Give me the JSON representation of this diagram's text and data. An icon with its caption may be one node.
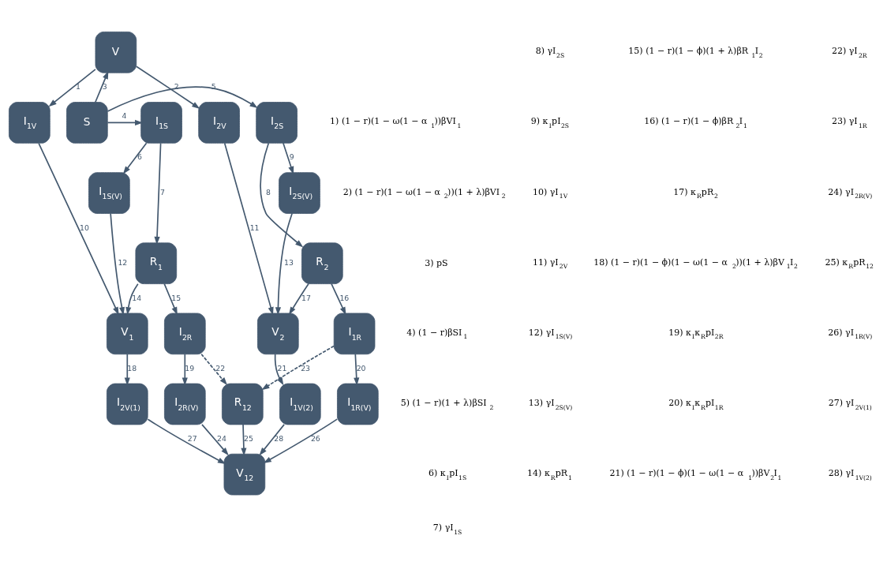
{
  "diagram": {
    "nodes": [
      {
        "text": [
          "V"
        ]
      },
      {
        "text": [
          "I$_{1V}$"
        ]
      },
      {
        "text": [
          "I$_{1S}$"
        ]
      },
      {
        "text": [
          "S"
        ]
      },
      {
        "text": [
          "I$_{2S}$"
        ]
      },
      {
        "text": [
          "I$_{2V}$"
        ]
      },
      {
        "text": [
          "I$_{1S(V)}$"
        ]
      },
      {
        "text": [
          "I$_{2S(V)}$"
        ]
      },
      {
        "text": [
          "R$_{1}$"
        ]
      },
      {
        "text": [
          "R$_{2}$"
        ]
      },
      {
        "text": [
          "V$_{1}$"
        ]
      },
      {
        "text": [
          "V$_{2}$"
        ]
      },
      {
        "text": [
          "I$_{2R}$"
        ]
      },
      {
        "text": [
          "I$_{1R}$"
        ]
      },
      {
        "text": [
          "I$_{2V(1)}$"
        ]
      },
      {
        "text": [
          "I$_{2R(V)}$"
        ]
      },
      {
        "text": [
          "R$_{12}$"
        ]
      },
      {
        "text": [
          "I$_{1R(V)}$"
        ]
      },
      {
        "text": [
          "I$_{1V(2)}$"
        ]
      },
      {
        "text": [
          "V$_{12}$"
        ]
      }
    ],
    "edges": [
      {
        "from": 0,
        "to": 1,
        "arrow": "to",
        "label": "1"
      },
      {
        "from": 0,
        "to": 5,
        "arrow": "to",
        "label": "2"
      },
      {
        "from": 3,
        "to": 0,
        "arrow": "to",
        "label": "3"
      },
      {
        "from": 3,
        "to": 2,
        "arrow": "to",
        "label": "4"
      },
      {
        "from": 3,
        "to": 4,
        "arrow": "to",
        "label": "5"
      },
      {
        "from": 2,
        "to": 6,
        "arrow": "to",
        "label": "6"
      },
      {
        "from": 2,
        "to": 8,
        "arrow": "to",
        "label": "7"
      },
      {
        "from": 4,
        "to": 9,
        "arrow": "to",
        "label": "8"
      },
      {
        "from": 4,
        "to": 7,
        "arrow": "to",
        "label": "9"
      },
      {
        "from": 1,
        "to": 10,
        "arrow": "to",
        "label": "10"
      },
      {
        "from": 5,
        "to": 11,
        "arrow": "to",
        "label": "11"
      },
      {
        "from": 6,
        "to": 10,
        "arrow": "to",
        "label": "12"
      },
      {
        "from": 7,
        "to": 11,
        "arrow": "to",
        "label": "13"
      },
      {
        "from": 8,
        "to": 10,
        "arrow": "to",
        "label": "14"
      },
      {
        "from": 8,
        "to": 12,
        "arrow": "to",
        "label": "15"
      },
      {
        "from": 9,
        "to": 13,
        "arrow": "to",
        "label": "16"
      },
      {
        "from": 9,
        "to": 11,
        "arrow": "to",
        "label": "17"
      },
      {
        "from": 10,
        "to": 14,
        "arrow": "to",
        "label": "18"
      },
      {
        "from": 12,
        "to": 15,
        "arrow": "to",
        "label": "19"
      },
      {
        "from": 13,
        "to": 17,
        "arrow": "to",
        "label": "20"
      },
      {
        "from": 11,
        "to": 18,
        "arrow": "to",
        "label": "21"
      },
      {
        "from": 12,
        "to": 16,
        "arrow": "to",
        "label": "22",
        "style": "dashed"
      },
      {
        "from": 13,
        "to": 16,
        "arrow": "to",
        "label": "23",
        "style": "dashed"
      },
      {
        "from": 15,
        "to": 19,
        "arrow": "to",
        "label": "24"
      },
      {
        "from": 16,
        "to": 19,
        "arrow": "to",
        "label": "25"
      },
      {
        "from": 17,
        "to": 19,
        "arrow": "to",
        "label": "26"
      },
      {
        "from": 14,
        "to": 19,
        "arrow": "to",
        "label": "27"
      },
      {
        "from": 18,
        "to": 19,
        "arrow": "to",
        "label": "28"
      }
    ],
    "labels": [
      "1) (1 − r)(1 − ω(1 − α$_{1}$))βVI$_{1}$",
      "2) (1 − r)(1 − ω(1 − α$_{2}$))(1 + λ)βVI$_{2}$",
      "3) pS",
      "4) (1 − r)βSI$_{1}$",
      "5) (1 − r)(1 + λ)βSI$_{2}$",
      "6) κ$_{I}$pI$_{1S}$",
      "7) γI$_{1S}$",
      "8) γI$_{2S}$",
      "9) κ$_{I}$pI$_{2S}$",
      "10) γI$_{1V}$",
      "11) γI$_{2V}$",
      "12) γI$_{1S(V)}$",
      "13) γI$_{2S(V)}$",
      "14) κ$_{R}$pR$_{1}$",
      "15) (1 − r)(1 − ϕ)(1 + λ)βR$_{1}$I$_{2}$",
      "16) (1 − r)(1 − ϕ)βR$_{2}$I$_{1}$",
      "17) κ$_{R}$pR$_{2}$",
      "18) (1 − r)(1 − ϕ)(1 − ω(1 − α$_{2}$))(1 + λ)βV$_{1}$I$_{2}$",
      "19) κ$_{I}$κ$_{R}$pI$_{2R}$",
      "20) κ$_{I}$κ$_{R}$pI$_{1R}$",
      "21) (1 − r)(1 − ϕ)(1 − ω(1 − α$_{1}$))βV$_{2}$I$_{1}$",
      "22) γI$_{2R}$",
      "23) γI$_{1R}$",
      "24) γI$_{2R(V)}$",
      "25) κ$_{R}$pR$_{12}$",
      "26) γI$_{1R(V)}$",
      "27) γI$_{2V(1)}$",
      "28) γI$_{1V(2)}$"
    ]
  }
}
